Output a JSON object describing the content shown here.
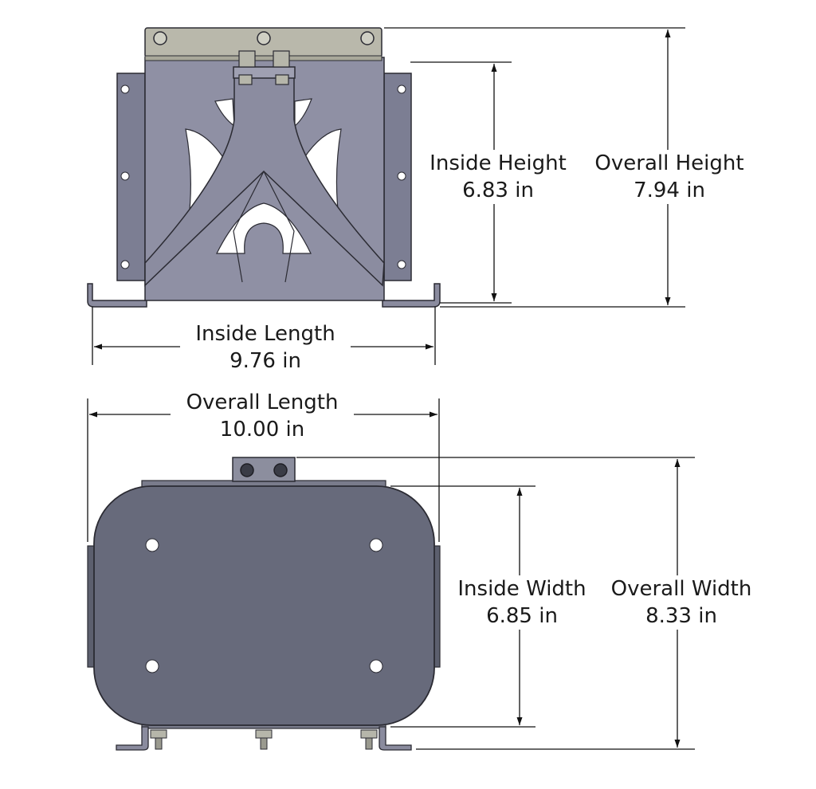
{
  "dimensions": {
    "inside_height": {
      "name": "Inside Height",
      "value": "6.83 in"
    },
    "overall_height": {
      "name": "Overall Height",
      "value": "7.94 in"
    },
    "inside_length": {
      "name": "Inside Length",
      "value": "9.76 in"
    },
    "overall_length": {
      "name": "Overall Length",
      "value": "10.00 in"
    },
    "inside_width": {
      "name": "Inside Width",
      "value": "6.85 in"
    },
    "overall_width": {
      "name": "Overall Width",
      "value": "8.33 in"
    }
  },
  "colors": {
    "bracket_body": "#8f90a4",
    "bracket_side": "#7c7e93",
    "bracket_edge": "#2b2b33",
    "top_plate": "#b9b8ab",
    "tray_body": "#676a7b",
    "dimension_line": "#111111"
  }
}
